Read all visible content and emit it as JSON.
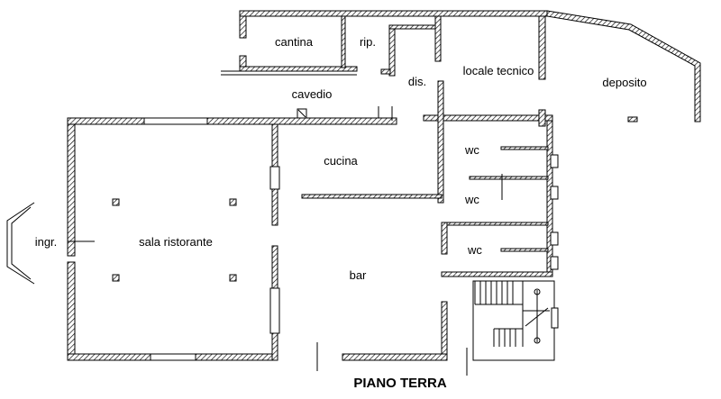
{
  "plan": {
    "title": "PIANO TERRA",
    "rooms": {
      "cantina": "cantina",
      "rip": "rip.",
      "dis": "dis.",
      "locale_tecnico": "locale tecnico",
      "deposito": "deposito",
      "cavedio": "cavedio",
      "cucina": "cucina",
      "wc1": "wc",
      "wc2": "wc",
      "wc3": "wc",
      "ingr": "ingr.",
      "sala_ristorante": "sala ristorante",
      "bar": "bar"
    }
  },
  "colors": {
    "wall": "#000000",
    "background": "#ffffff"
  }
}
